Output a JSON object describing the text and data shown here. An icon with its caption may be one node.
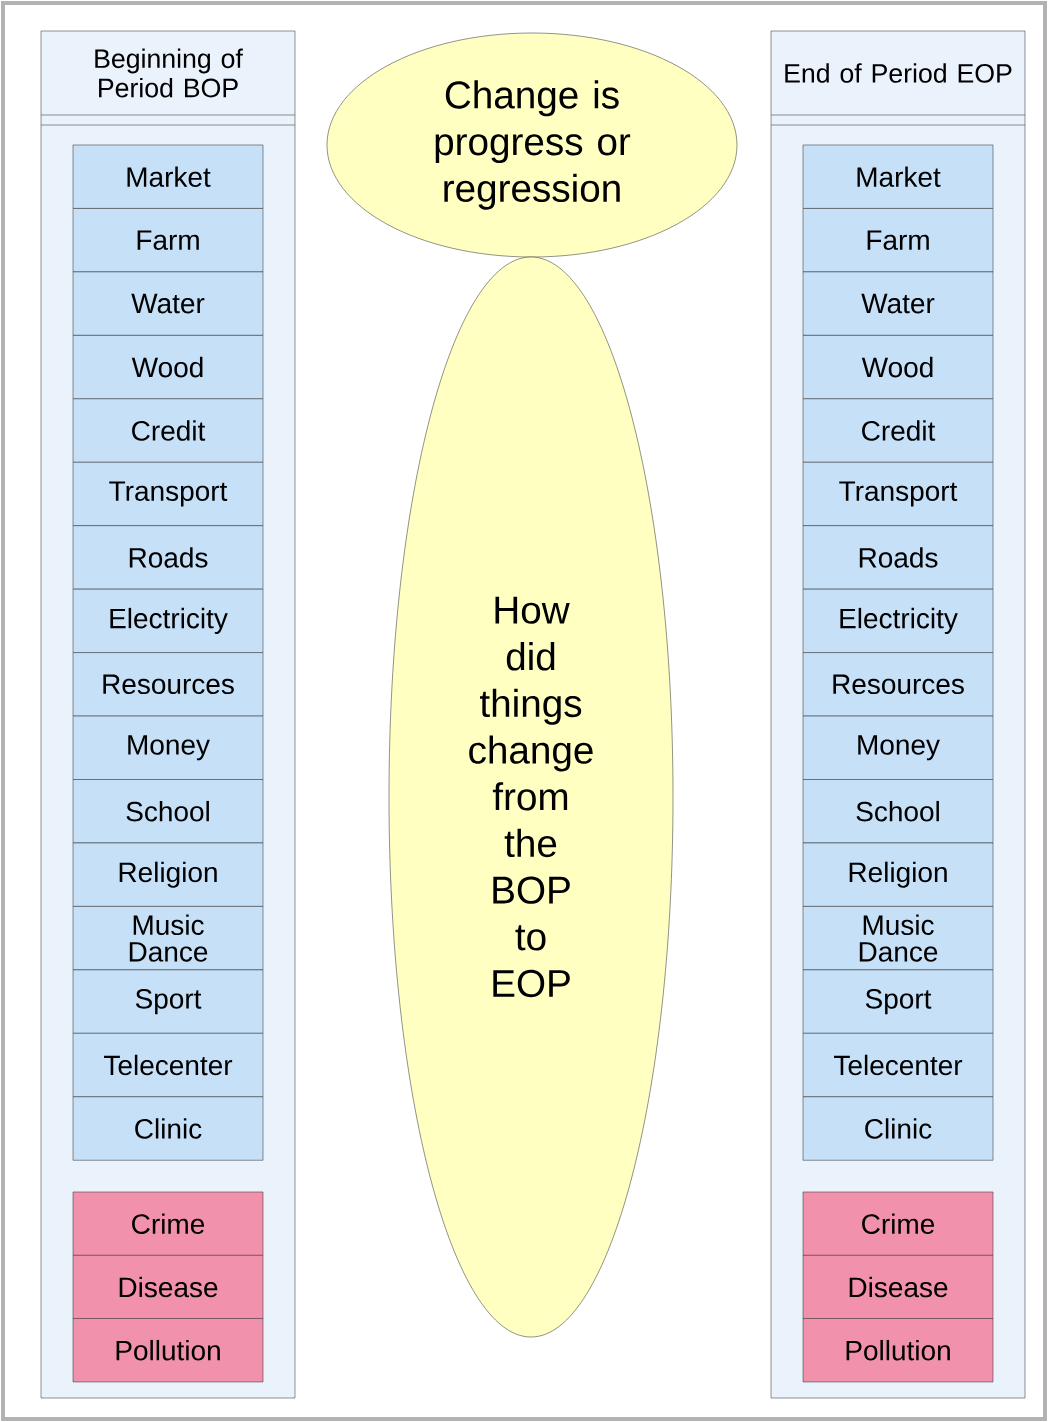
{
  "diagram": {
    "nodes": [
      {
        "text": [
          "Beginning of Period BOP"
        ]
      },
      {
        "text": [
          "Market"
        ],
        "in": 0
      },
      {
        "text": [
          "Farm"
        ],
        "in": 0
      },
      {
        "text": [
          "Water"
        ],
        "in": 0
      },
      {
        "text": [
          "Wood"
        ],
        "in": 0
      },
      {
        "text": [
          "Credit"
        ],
        "in": 0
      },
      {
        "text": [
          "Transport"
        ],
        "in": 0
      },
      {
        "text": [
          "Roads"
        ],
        "in": 0
      },
      {
        "text": [
          "Electricity"
        ],
        "in": 0
      },
      {
        "text": [
          "Resources"
        ],
        "in": 0
      },
      {
        "text": [
          "Money"
        ],
        "in": 0
      },
      {
        "text": [
          "School"
        ],
        "in": 0
      },
      {
        "text": [
          "Religion"
        ],
        "in": 0
      },
      {
        "text": [
          "Music Dance"
        ],
        "in": 0
      },
      {
        "text": [
          "Sport"
        ],
        "in": 0
      },
      {
        "text": [
          "Telecenter"
        ],
        "in": 0
      },
      {
        "text": [
          "Clinic"
        ],
        "in": 0
      },
      {
        "text": [
          "Crime"
        ],
        "in": 0
      },
      {
        "text": [
          "Disease"
        ],
        "in": 0
      },
      {
        "text": [
          "Pollution"
        ],
        "in": 0
      },
      {
        "text": [
          "Change is progress or regression"
        ]
      },
      {
        "text": [
          "How did things change from the BOP to EOP"
        ]
      },
      {
        "text": [
          "End of Period EOP"
        ]
      },
      {
        "text": [
          "Market"
        ],
        "in": 22
      },
      {
        "text": [
          "Farm"
        ],
        "in": 22
      },
      {
        "text": [
          "Water"
        ],
        "in": 22
      },
      {
        "text": [
          "Wood"
        ],
        "in": 22
      },
      {
        "text": [
          "Credit"
        ],
        "in": 22
      },
      {
        "text": [
          "Transport"
        ],
        "in": 22
      },
      {
        "text": [
          "Roads"
        ],
        "in": 22
      },
      {
        "text": [
          "Electricity"
        ],
        "in": 22
      },
      {
        "text": [
          "Resources"
        ],
        "in": 22
      },
      {
        "text": [
          "Money"
        ],
        "in": 22
      },
      {
        "text": [
          "School"
        ],
        "in": 22
      },
      {
        "text": [
          "Religion"
        ],
        "in": 22
      },
      {
        "text": [
          "Music Dance"
        ],
        "in": 22
      },
      {
        "text": [
          "Sport"
        ],
        "in": 22
      },
      {
        "text": [
          "Telecenter"
        ],
        "in": 22
      },
      {
        "text": [
          "Clinic"
        ],
        "in": 22
      },
      {
        "text": [
          "Crime"
        ],
        "in": 22
      },
      {
        "text": [
          "Disease"
        ],
        "in": 22
      },
      {
        "text": [
          "Pollution"
        ],
        "in": 22
      }
    ]
  }
}
